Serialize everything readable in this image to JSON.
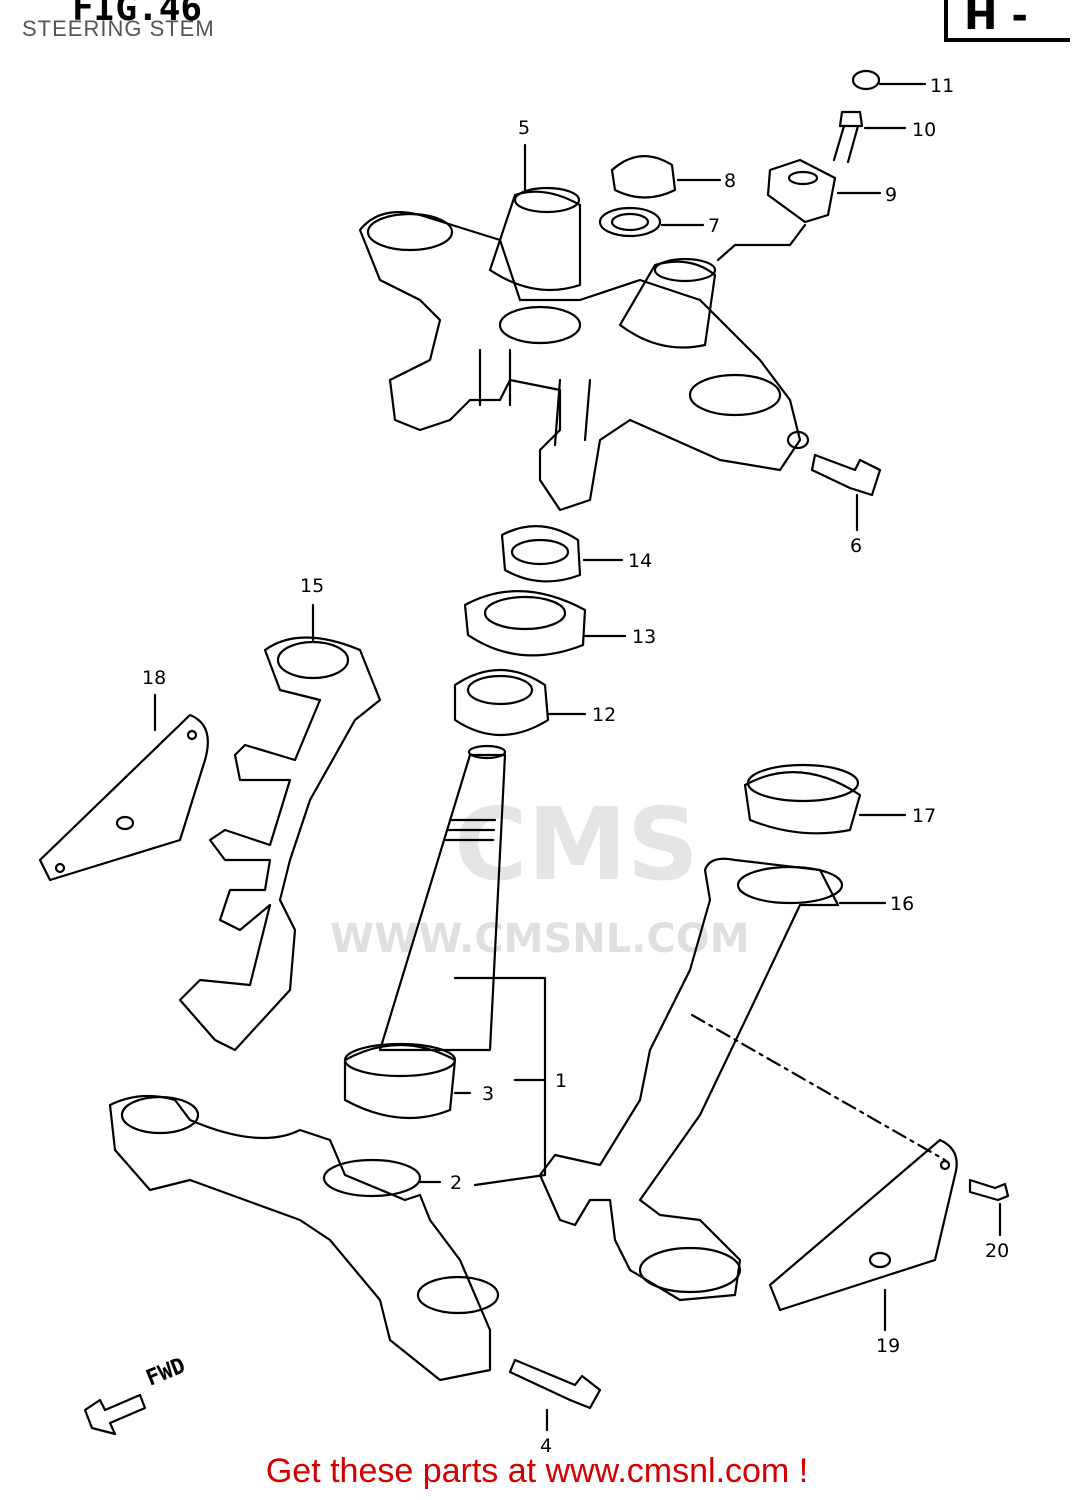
{
  "figure": {
    "label": "FIG.46",
    "title": "STEERING STEM",
    "section": "H -"
  },
  "parts": [
    {
      "num": "1"
    },
    {
      "num": "2"
    },
    {
      "num": "3"
    },
    {
      "num": "4"
    },
    {
      "num": "5"
    },
    {
      "num": "6"
    },
    {
      "num": "7"
    },
    {
      "num": "8"
    },
    {
      "num": "9"
    },
    {
      "num": "10"
    },
    {
      "num": "11"
    },
    {
      "num": "12"
    },
    {
      "num": "13"
    },
    {
      "num": "14"
    },
    {
      "num": "15"
    },
    {
      "num": "16"
    },
    {
      "num": "17"
    },
    {
      "num": "18"
    },
    {
      "num": "19"
    },
    {
      "num": "20"
    }
  ],
  "direction_label": "FWD",
  "watermark": {
    "brand": "CMS",
    "url": "WWW.CMSNL.COM"
  },
  "footer": {
    "link_text": "Get these parts at www.cmsnl.com !"
  },
  "colors": {
    "link": "#d40000",
    "line": "#000000",
    "watermark": "#cccccc"
  }
}
